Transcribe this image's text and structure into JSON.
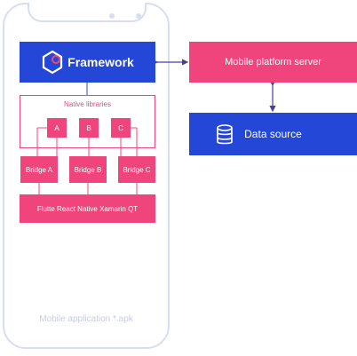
{
  "framework": {
    "label": "Framework",
    "logo_icon": "hexagon-logo-icon"
  },
  "native": {
    "label": "Native libraries",
    "libraries": [
      "A",
      "B",
      "C"
    ]
  },
  "bridges": [
    "Bridge A",
    "Bridge B",
    "Bridge C"
  ],
  "tools_label": "Flutte React Native Xamarin QT",
  "app_label": "Mobile application *.apk",
  "server_label": "Mobile platform server",
  "datasource": {
    "label": "Data source",
    "icon": "database-icon"
  },
  "colors": {
    "blue": "#2447d8",
    "pink": "#f0457c",
    "phone_outline": "#d9dcf5",
    "arrow": "#4a3f9a"
  }
}
